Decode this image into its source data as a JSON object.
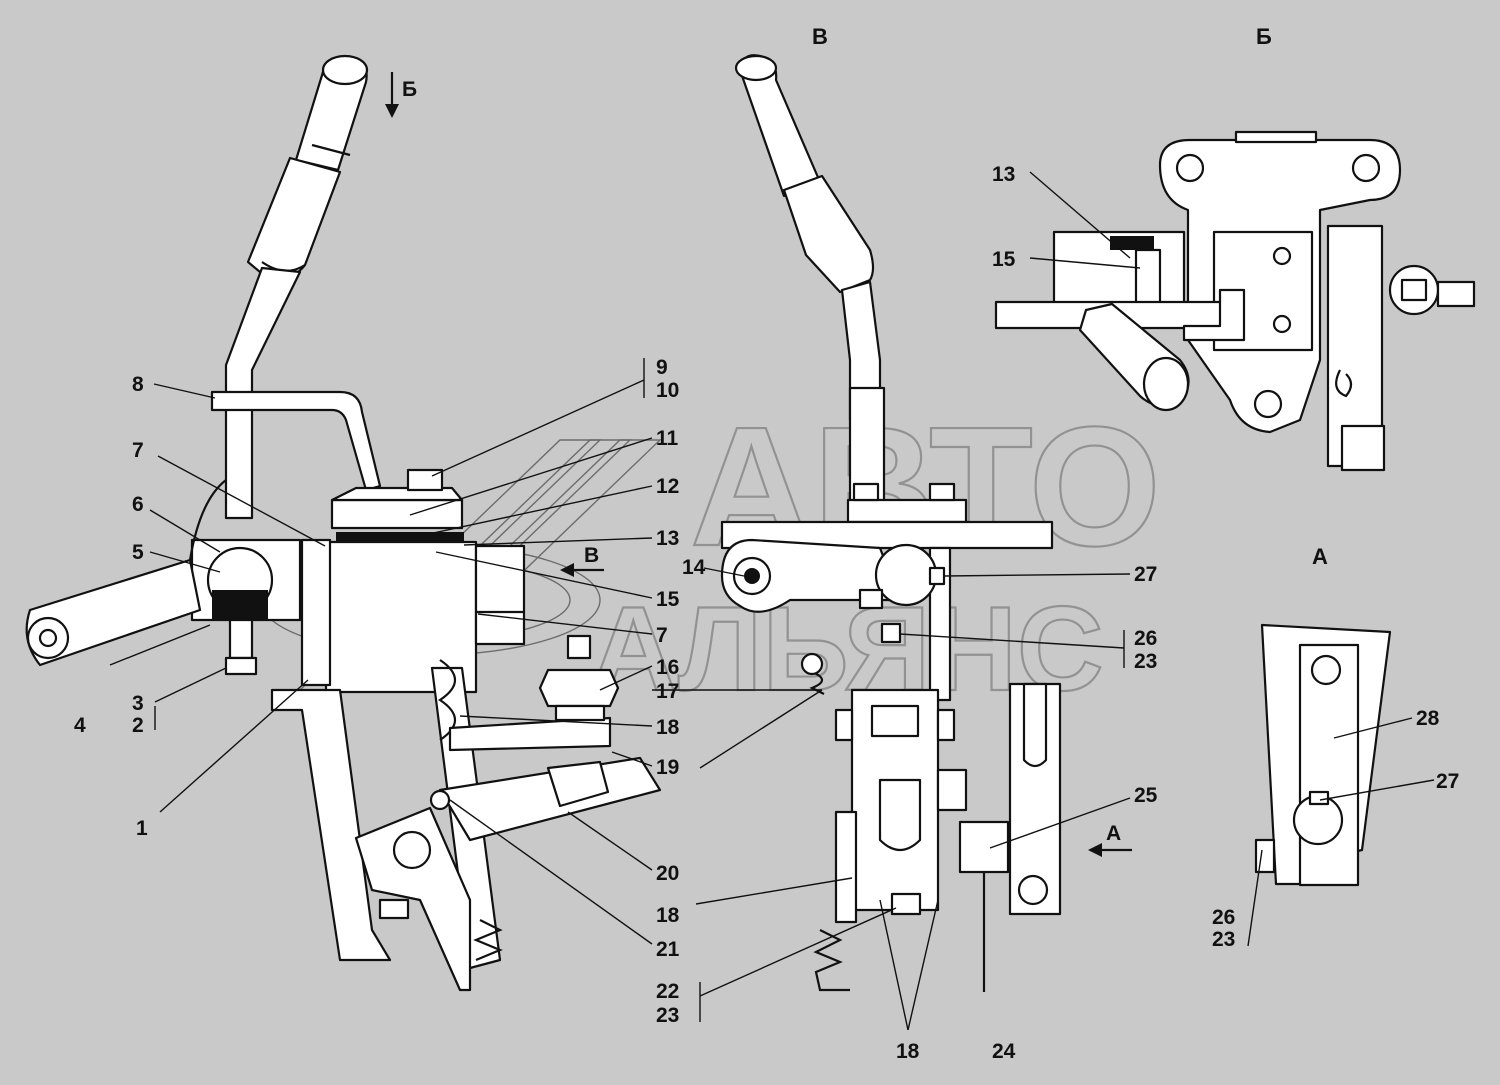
{
  "views": {
    "v": "В",
    "b": "Б",
    "a": "А"
  },
  "watermark": {
    "line1": "АВТО",
    "line2": "АЛЬЯНС"
  },
  "labels": {
    "l1": "1",
    "l2": "2",
    "l3": "3",
    "l4": "4",
    "l5": "5",
    "l6": "6",
    "l7a": "7",
    "l7b": "7",
    "l8": "8",
    "l9": "9",
    "l10": "10",
    "l11": "11",
    "l12": "12",
    "l13a": "13",
    "l13b": "13",
    "l14": "14",
    "l15a": "15",
    "l15b": "15",
    "l16": "16",
    "l17": "17",
    "l18a": "18",
    "l18b": "18",
    "l18c": "18",
    "l19": "19",
    "l20": "20",
    "l21": "21",
    "l22": "22",
    "l23a": "23",
    "l23b": "23",
    "l23c": "23",
    "l24": "24",
    "l25": "25",
    "l26a": "26",
    "l26b": "26",
    "l27a": "27",
    "l27b": "27",
    "l28": "28"
  },
  "arrows": {
    "b_arrow": "Б",
    "v_arrow": "В",
    "a_arrow": "А"
  }
}
